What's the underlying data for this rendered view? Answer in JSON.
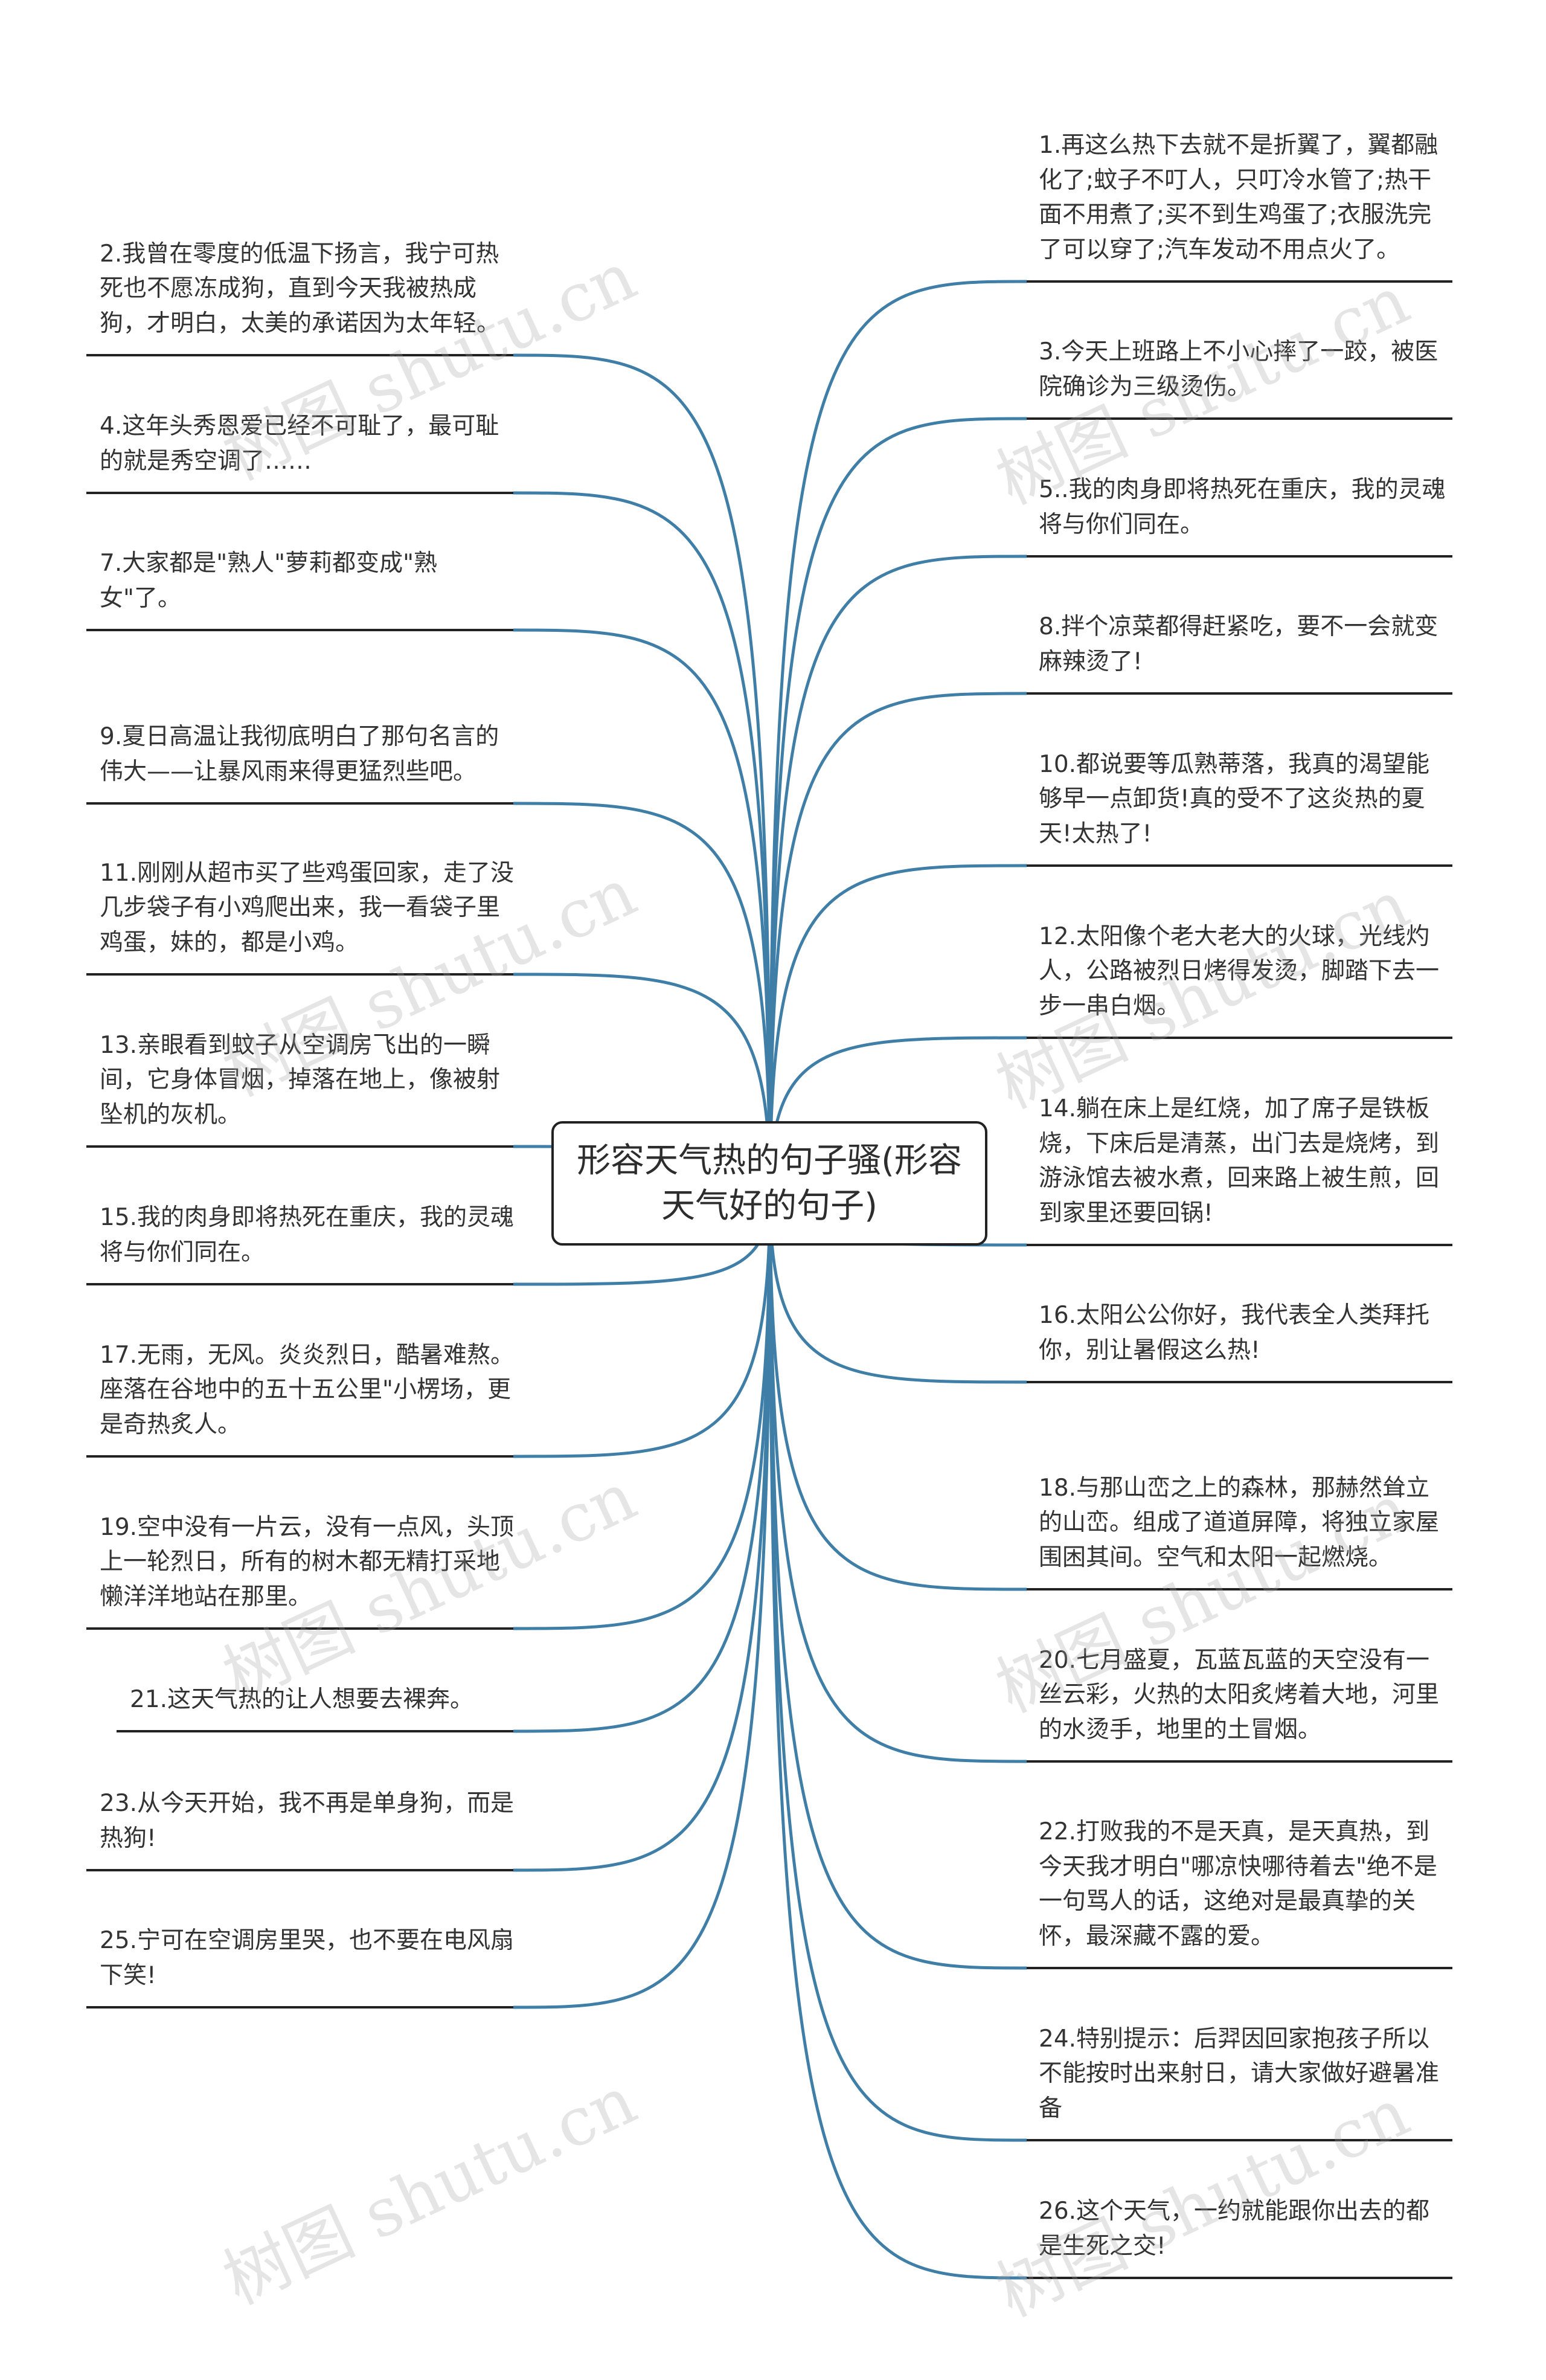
{
  "title": "形容天气热的句子骚(形容天气好的句子)",
  "colors": {
    "link": "#3f7ea6",
    "underline": "#222222",
    "text": "#333333"
  },
  "watermark": "树图 shutu.cn",
  "left_items": [
    "2.我曾在零度的低温下扬言，我宁可热死也不愿冻成狗，直到今天我被热成狗，才明白，太美的承诺因为太年轻。",
    "4.这年头秀恩爱已经不可耻了，最可耻的就是秀空调了……",
    "7.大家都是\"熟人\"萝莉都变成\"熟女\"了。",
    "9.夏日高温让我彻底明白了那句名言的伟大——让暴风雨来得更猛烈些吧。",
    "11.刚刚从超市买了些鸡蛋回家，走了没几步袋子有小鸡爬出来，我一看袋子里鸡蛋，妹的，都是小鸡。",
    "13.亲眼看到蚊子从空调房飞出的一瞬间，它身体冒烟，掉落在地上，像被射坠机的灰机。",
    "15.我的肉身即将热死在重庆，我的灵魂将与你们同在。",
    "17.无雨，无风。炎炎烈日，酷暑难熬。座落在谷地中的五十五公里\"小楞场，更是奇热炙人。",
    "19.空中没有一片云，没有一点风，头顶上一轮烈日，所有的树木都无精打采地懒洋洋地站在那里。",
    "21.这天气热的让人想要去裸奔。",
    "23.从今天开始，我不再是单身狗，而是热狗!",
    "25.宁可在空调房里哭，也不要在电风扇下笑!"
  ],
  "right_items": [
    "1.再这么热下去就不是折翼了，翼都融化了;蚊子不叮人，只叮冷水管了;热干面不用煮了;买不到生鸡蛋了;衣服洗完了可以穿了;汽车发动不用点火了。",
    "3.今天上班路上不小心摔了一跤，被医院确诊为三级烫伤。",
    "5..我的肉身即将热死在重庆，我的灵魂将与你们同在。",
    "8.拌个凉菜都得赶紧吃，要不一会就变麻辣烫了!",
    "10.都说要等瓜熟蒂落，我真的渴望能够早一点卸货!真的受不了这炎热的夏天!太热了!",
    "12.太阳像个老大老大的火球，光线灼人，公路被烈日烤得发烫，脚踏下去一步一串白烟。",
    "14.躺在床上是红烧，加了席子是铁板烧，下床后是清蒸，出门去是烧烤，到游泳馆去被水煮，回来路上被生煎，回到家里还要回锅!",
    "16.太阳公公你好，我代表全人类拜托你，别让暑假这么热!",
    "18.与那山峦之上的森林，那赫然耸立的山峦。组成了道道屏障，将独立家屋围困其间。空气和太阳一起燃烧。",
    "20.七月盛夏，瓦蓝瓦蓝的天空没有一丝云彩，火热的太阳炙烤着大地，河里的水烫手，地里的土冒烟。",
    "22.打败我的不是天真，是天真热，到今天我才明白\"哪凉快哪待着去\"绝不是一句骂人的话，这绝对是最真挚的关怀，最深藏不露的爱。",
    "24.特别提示：后羿因回家抱孩子所以不能按时出来射日，请大家做好避暑准备",
    "26.这个天气，一约就能跟你出去的都是生死之交!"
  ]
}
